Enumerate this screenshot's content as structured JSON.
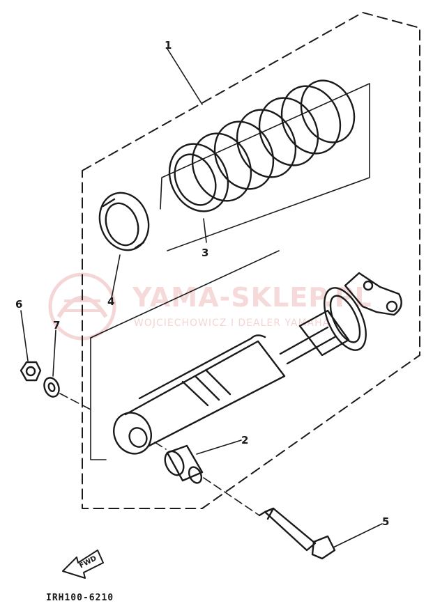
{
  "diagram": {
    "part_numbers": [
      {
        "id": "1",
        "label": "1",
        "name": "shock-absorber-assembly"
      },
      {
        "id": "2",
        "label": "2",
        "name": "bushing"
      },
      {
        "id": "3",
        "label": "3",
        "name": "spring"
      },
      {
        "id": "4",
        "label": "4",
        "name": "spring-seat"
      },
      {
        "id": "5",
        "label": "5",
        "name": "bolt"
      },
      {
        "id": "6",
        "label": "6",
        "name": "nut"
      },
      {
        "id": "7",
        "label": "7",
        "name": "washer"
      }
    ],
    "direction_label": "FWD",
    "figure_code": "IRH100-6210"
  },
  "watermark": {
    "brand": "YAMA-SKLEP.PL",
    "line2": "WOJCIECHOWICZ I DEALER YAMAHA",
    "color": "#e07a7a"
  },
  "colors": {
    "ink": "#1a1a1a",
    "background": "#ffffff"
  }
}
